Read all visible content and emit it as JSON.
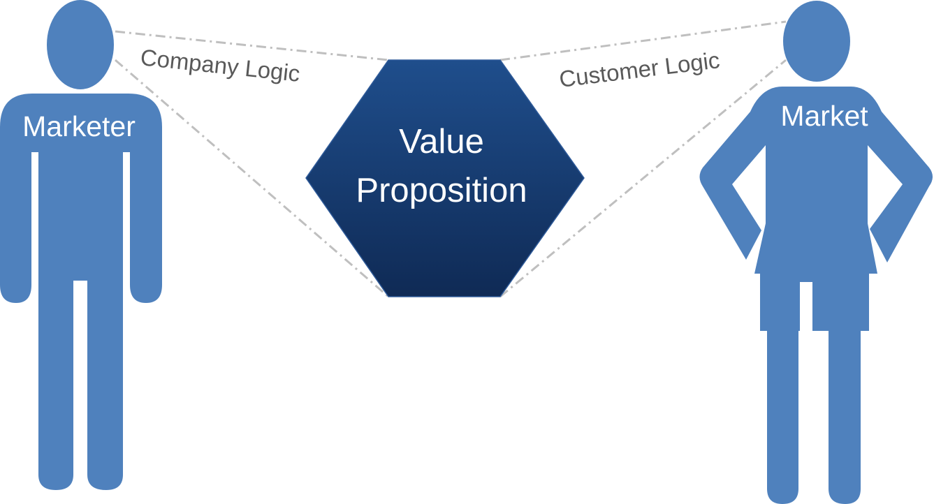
{
  "diagram": {
    "marketer_label": "Marketer",
    "market_label": "Market",
    "value_line1": "Value",
    "value_line2": "Proposition",
    "company_logic_label": "Company Logic",
    "customer_logic_label": "Customer Logic",
    "icons": {
      "left": "male-person-icon",
      "right": "female-person-icon",
      "center": "hexagon-shape"
    },
    "colors": {
      "figure": "#4f81bd",
      "hexagon_top": "#1f4e8c",
      "hexagon_bottom": "#0f2a55",
      "connector": "#bfbfbf",
      "logic_text": "#595959",
      "label_text": "#ffffff"
    }
  }
}
